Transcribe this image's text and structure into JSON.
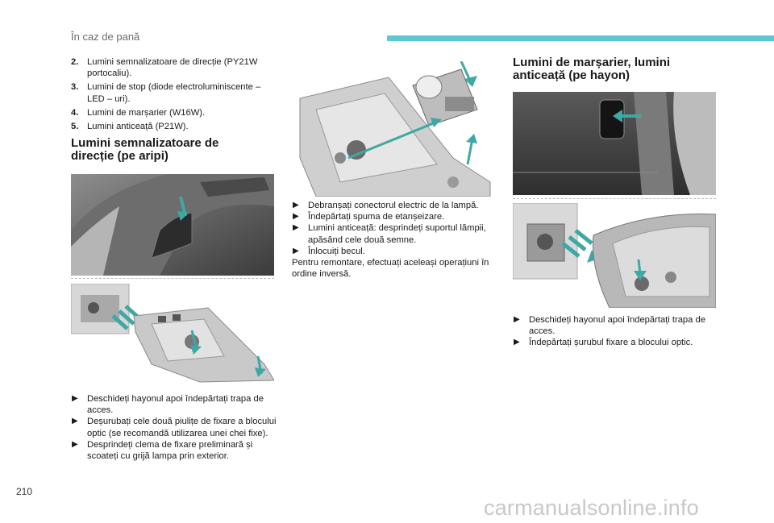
{
  "header": {
    "title": "În caz de pană"
  },
  "page_number": "210",
  "watermark": "carmanualsonline.info",
  "colors": {
    "accent": "#5ec7d6",
    "arrow": "#3fa8a5"
  },
  "left_column": {
    "items": [
      {
        "num": "2.",
        "text": "Lumini semnalizatoare de direcție (PY21W portocaliu)."
      },
      {
        "num": "3.",
        "text": "Lumini de stop (diode electroluminiscente – LED – uri)."
      },
      {
        "num": "4.",
        "text": "Lumini de marșarier (W16W)."
      },
      {
        "num": "5.",
        "text": "Lumini anticeață (P21W)."
      }
    ],
    "section_title": "Lumini semnalizatoare de direcție (pe aripi)",
    "steps": [
      "Deschideți hayonul apoi îndepărtați trapa de acces.",
      "Deșurubați cele două piulițe de fixare a blocului optic (se recomandă utilizarea unei chei fixe).",
      "Desprindeți clema de fixare preliminară și scoateți cu grijă lampa prin exterior."
    ]
  },
  "middle_column": {
    "steps": [
      "Debranșați conectorul electric de la lampă.",
      "Îndepărtați spuma de etanșeizare.",
      "Lumini anticeață: desprindeți suportul lămpii, apăsând cele două semne.",
      "Înlocuiți becul."
    ],
    "note": "Pentru remontare, efectuați aceleași operațiuni în ordine inversă."
  },
  "right_column": {
    "section_title": "Lumini de marșarier, lumini anticeață (pe hayon)",
    "steps": [
      "Deschideți hayonul apoi îndepărtați trapa de acces.",
      "Îndepărtați șurubul fixare a blocului optic."
    ]
  }
}
